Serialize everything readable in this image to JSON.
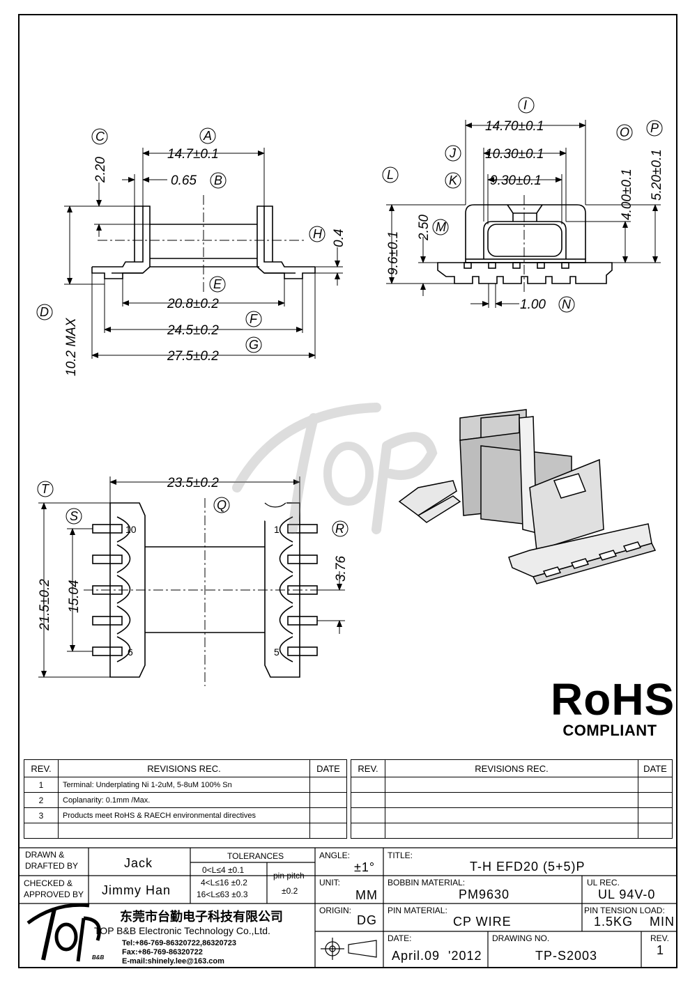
{
  "front_view": {
    "dim_a": "14.7±0.1",
    "tag_a": "A",
    "dim_b": "0.65",
    "tag_b": "B",
    "dim_c": "2.20",
    "tag_c": "C",
    "dim_d": "10.2 MAX",
    "tag_d": "D",
    "dim_e": "20.8±0.2",
    "tag_e": "E",
    "dim_f": "24.5±0.2",
    "tag_f": "F",
    "dim_g": "27.5±0.2",
    "tag_g": "G",
    "dim_h": "0.4",
    "tag_h": "H"
  },
  "side_view": {
    "dim_i": "14.70±0.1",
    "tag_i": "I",
    "dim_j": "10.30±0.1",
    "tag_j": "J",
    "dim_k": "9.30±0.1",
    "tag_k": "K",
    "dim_l": "9.6±0.1",
    "tag_l": "L",
    "dim_m": "2.50",
    "tag_m": "M",
    "dim_n": "1.00",
    "tag_n": "N",
    "dim_o": "4.00±0.1",
    "tag_o": "O",
    "dim_p": "5.20±0.1",
    "tag_p": "P"
  },
  "bottom_view": {
    "dim_q": "23.5±0.2",
    "tag_q": "Q",
    "dim_r": "3.76",
    "tag_r": "R",
    "dim_s": "15.04",
    "tag_s": "S",
    "dim_t": "21.5±0.2",
    "tag_t": "T",
    "pin_1": "1",
    "pin_5": "5",
    "pin_6": "6",
    "pin_10": "10"
  },
  "rohs": {
    "title": "RoHS",
    "subtitle": "COMPLIANT"
  },
  "revisions": {
    "h_rev": "REV.",
    "h_rec": "REVISIONS    REC.",
    "h_date": "DATE",
    "rows": [
      {
        "rev": "1",
        "text": "Terminal: Underplating Ni 1-2uM, 5-8uM 100% Sn"
      },
      {
        "rev": "2",
        "text": "Coplanarity: 0.1mm  /Max."
      },
      {
        "rev": "3",
        "text": "Products meet RoHS & RAECH environmental directives"
      }
    ]
  },
  "title_block": {
    "drawn_label": "DRAWN &\nDRAFTED BY",
    "drawn_by": "Jack",
    "checked_label": "CHECKED &\nAPPROVED BY",
    "checked_by": "Jimmy  Han",
    "tol_title": "TOLERANCES",
    "tol_1": "0<L≤4    ±0.1",
    "tol_2": "4<L≤16  ±0.2",
    "tol_3": "16<L≤63  ±0.3",
    "pitch_label": "pin pitch",
    "pitch_val": "±0.2",
    "angle_label": "ANGLE:",
    "angle_val": "±1°",
    "unit_label": "UNIT:",
    "unit_val": "MM",
    "origin_label": "ORIGIN:",
    "origin_val": "DG",
    "title_label": "TITLE:",
    "title_val": "T-H  EFD20  (5+5)P",
    "bobbin_label": "BOBBIN MATERIAL:",
    "bobbin_val": "PM9630",
    "ul_label": "UL REC.",
    "ul_val": "UL  94V-0",
    "pinmat_label": "PIN MATERIAL:",
    "pinmat_val": "CP  WIRE",
    "tension_label": "PIN TENSION LOAD:",
    "tension_val": "1.5KG    MIN",
    "date_label": "DATE:",
    "date_val": "April.09  '2012",
    "dwg_label": "DRAWING NO.",
    "dwg_val": "TP-S2003",
    "rev_label": "REV.",
    "rev_val": "1",
    "company_cn": "东莞市台勤电子科技有限公司",
    "company_en": "TOP  B&B  Electronic  Technology  Co.,Ltd.",
    "tel": "Tel:+86-769-86320722,86320723",
    "fax": "Fax:+86-769-86320722",
    "email": "E-mail:shinely.lee@163.com",
    "logo_sub": "B&B"
  }
}
